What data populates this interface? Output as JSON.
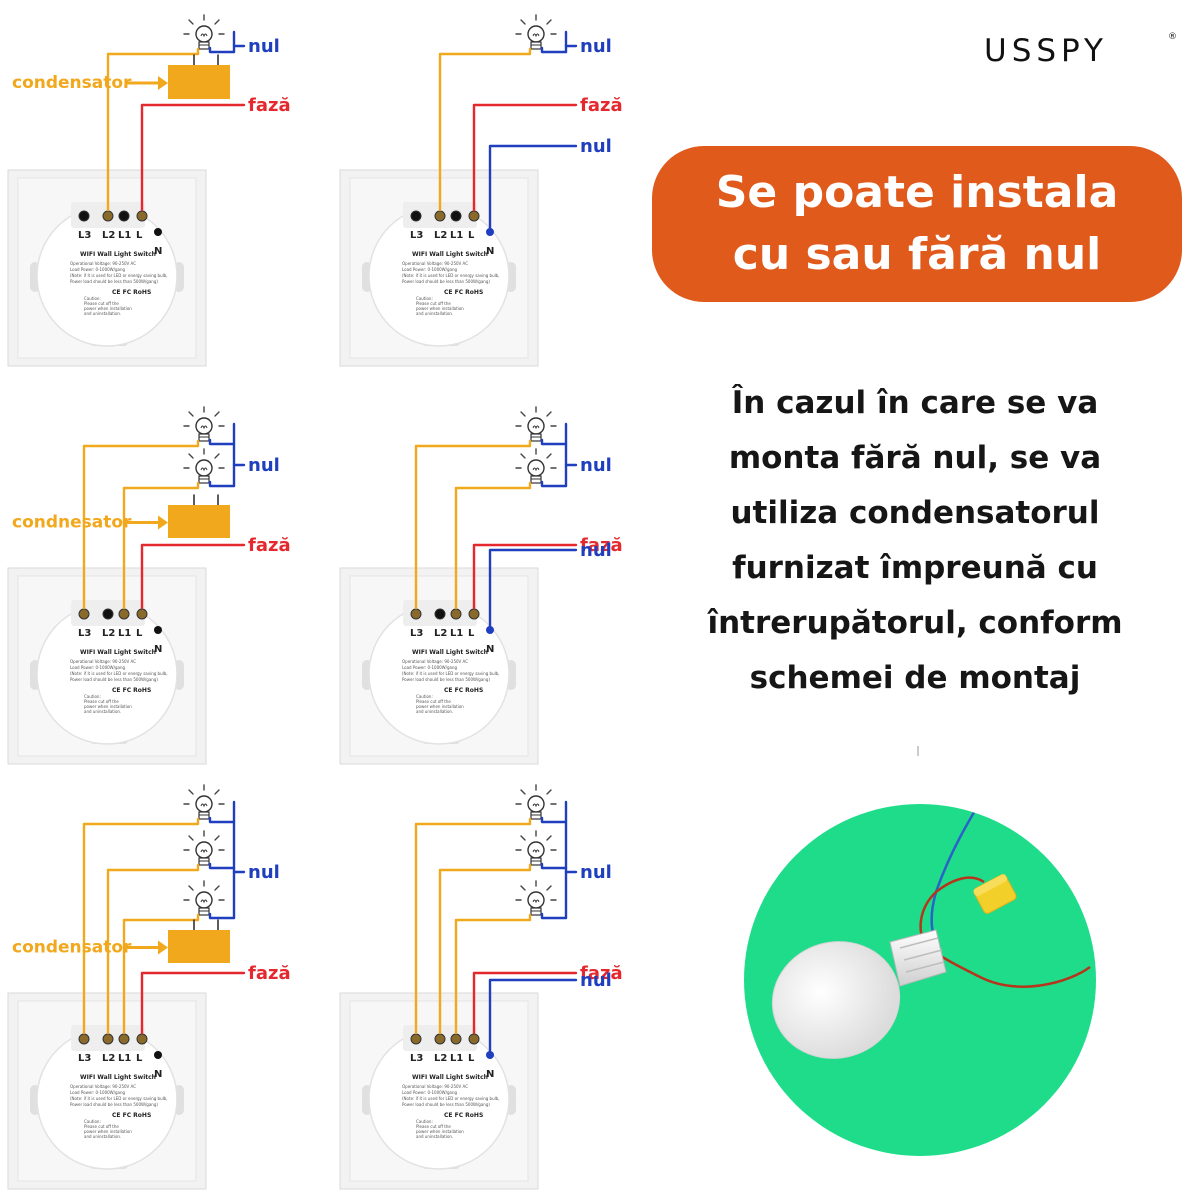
{
  "brand": {
    "logo_text": "USSPY",
    "registered_mark": "®"
  },
  "headline": {
    "line1": "Se poate instala",
    "line2": "cu sau fără nul"
  },
  "description": {
    "lines": [
      "În cazul în care se va",
      "monta fără nul, se va",
      "utiliza condensatorul",
      "furnizat împreună cu",
      "întrerupătorul, conform",
      "schemei de montaj"
    ]
  },
  "colors": {
    "accent": "#e05a1b",
    "wire_load": "#f2a81d",
    "wire_phase": "#e5282d",
    "wire_neutral": "#1f3fbf",
    "photo_bg": "#1fdc8a"
  },
  "labels": {
    "neutral": "nul",
    "phase": "fază",
    "capacitor": "condensator",
    "capacitor_misspelled": "condnesator"
  },
  "switch_module": {
    "terminals": [
      "L3",
      "L2",
      "L1",
      "L",
      "N"
    ],
    "product_title": "WIFI Wall Light Switch",
    "spec_lines": [
      "Operational Voltage: 90-250V AC",
      "Load Power: 0-1000W/gang",
      "(Note: if it is used for LED or energy saving bulb,",
      "Power load should be less than 500W/gang)"
    ],
    "caution_lines": [
      "Caution:",
      "Please cut off the",
      "power when installation",
      "and uninstallation."
    ],
    "cert_marks": "CE FC RoHS"
  },
  "diagrams": [
    {
      "gangs": 1,
      "neutral": false,
      "cap_key": "capacitor"
    },
    {
      "gangs": 1,
      "neutral": true
    },
    {
      "gangs": 2,
      "neutral": false,
      "cap_key": "capacitor_misspelled"
    },
    {
      "gangs": 2,
      "neutral": true
    },
    {
      "gangs": 3,
      "neutral": false,
      "cap_key": "capacitor"
    },
    {
      "gangs": 3,
      "neutral": true
    }
  ],
  "photo": {
    "icon": "bulb-with-capacitor-photo"
  }
}
